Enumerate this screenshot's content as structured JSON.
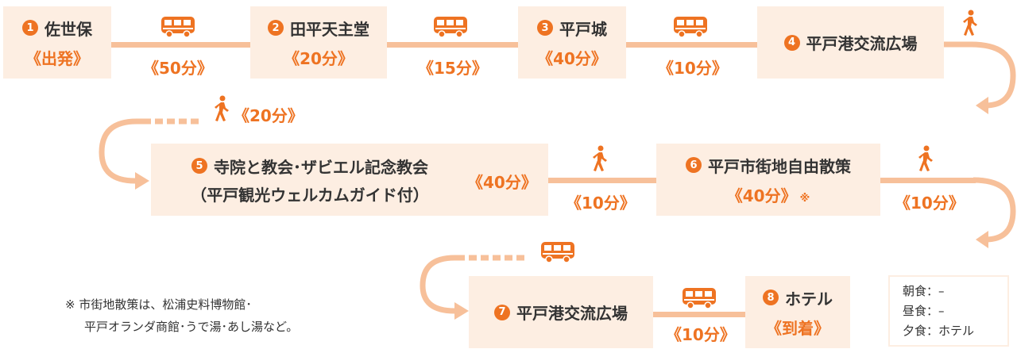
{
  "stops": [
    {
      "num": "1",
      "name": "佐世保",
      "dur": "《出発》"
    },
    {
      "num": "2",
      "name": "田平天主堂",
      "dur": "《20分》"
    },
    {
      "num": "3",
      "name": "平戸城",
      "dur": "《40分》"
    },
    {
      "num": "4",
      "name": "平戸港交流広場"
    },
    {
      "num": "5",
      "name": "寺院と教会･ザビエル記念教会",
      "sub": "（平戸観光ウェルカムガイド付）",
      "dur": "《40分》"
    },
    {
      "num": "6",
      "name": "平戸市街地自由散策",
      "dur": "《40分》",
      "mark": "※"
    },
    {
      "num": "7",
      "name": "平戸港交流広場"
    },
    {
      "num": "8",
      "name": "ホテル",
      "dur": "《到着》"
    }
  ],
  "transfers": [
    {
      "mode": "bus-icon",
      "dur": "《50分》"
    },
    {
      "mode": "bus-icon",
      "dur": "《15分》"
    },
    {
      "mode": "bus-icon",
      "dur": "《10分》"
    },
    {
      "mode": "walk-icon",
      "dur": "《20分》"
    },
    {
      "mode": "walk-icon",
      "dur": "《10分》"
    },
    {
      "mode": "walk-icon",
      "dur": "《10分》"
    },
    {
      "mode": "bus-icon"
    },
    {
      "mode": "bus-icon",
      "dur": "《10分》"
    }
  ],
  "note": {
    "line1": "※ 市街地散策は、松浦史料博物館･",
    "line2": "平戸オランダ商館･うで湯･あし湯など。"
  },
  "meals": {
    "breakfast": "朝食：–",
    "lunch": "昼食：–",
    "dinner": "夕食：ホテル"
  },
  "colors": {
    "accent": "#ee7322",
    "box": "#fdeee2",
    "connector": "#f7c09a"
  }
}
